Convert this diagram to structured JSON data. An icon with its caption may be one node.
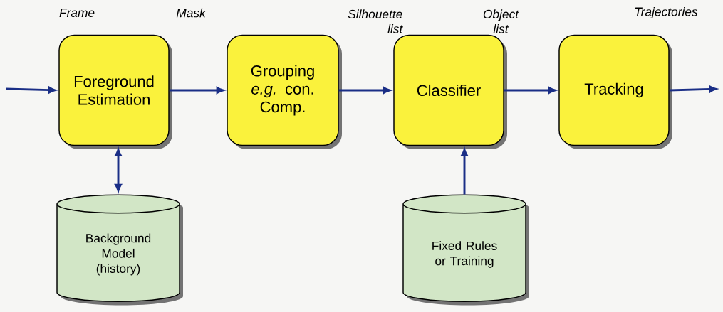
{
  "diagram": {
    "nodes": [
      {
        "text": [
          "Foreground Estimation"
        ]
      },
      {
        "text": [
          "Grouping *e.g.* con. Comp."
        ]
      },
      {
        "text": [
          "Classifier"
        ]
      },
      {
        "text": [
          "Tracking"
        ]
      },
      {
        "text": [
          "Background Model (history)"
        ]
      },
      {
        "text": [
          "Fixed Rules or Training"
        ]
      }
    ],
    "edges": [
      {
        "from": null,
        "to": 0,
        "arrow": "to"
      },
      {
        "from": 0,
        "to": 1,
        "arrow": "to"
      },
      {
        "from": 1,
        "to": 2,
        "arrow": "to"
      },
      {
        "from": 2,
        "to": 3,
        "arrow": "to"
      },
      {
        "from": 3,
        "to": null,
        "arrow": "to"
      },
      {
        "from": 4,
        "to": 0,
        "arrow": "both"
      },
      {
        "from": 5,
        "to": 2,
        "arrow": "to"
      }
    ],
    "labels": [
      "Frame",
      "Mask",
      "Silhouette list",
      "Object list",
      "Trajectories"
    ]
  }
}
